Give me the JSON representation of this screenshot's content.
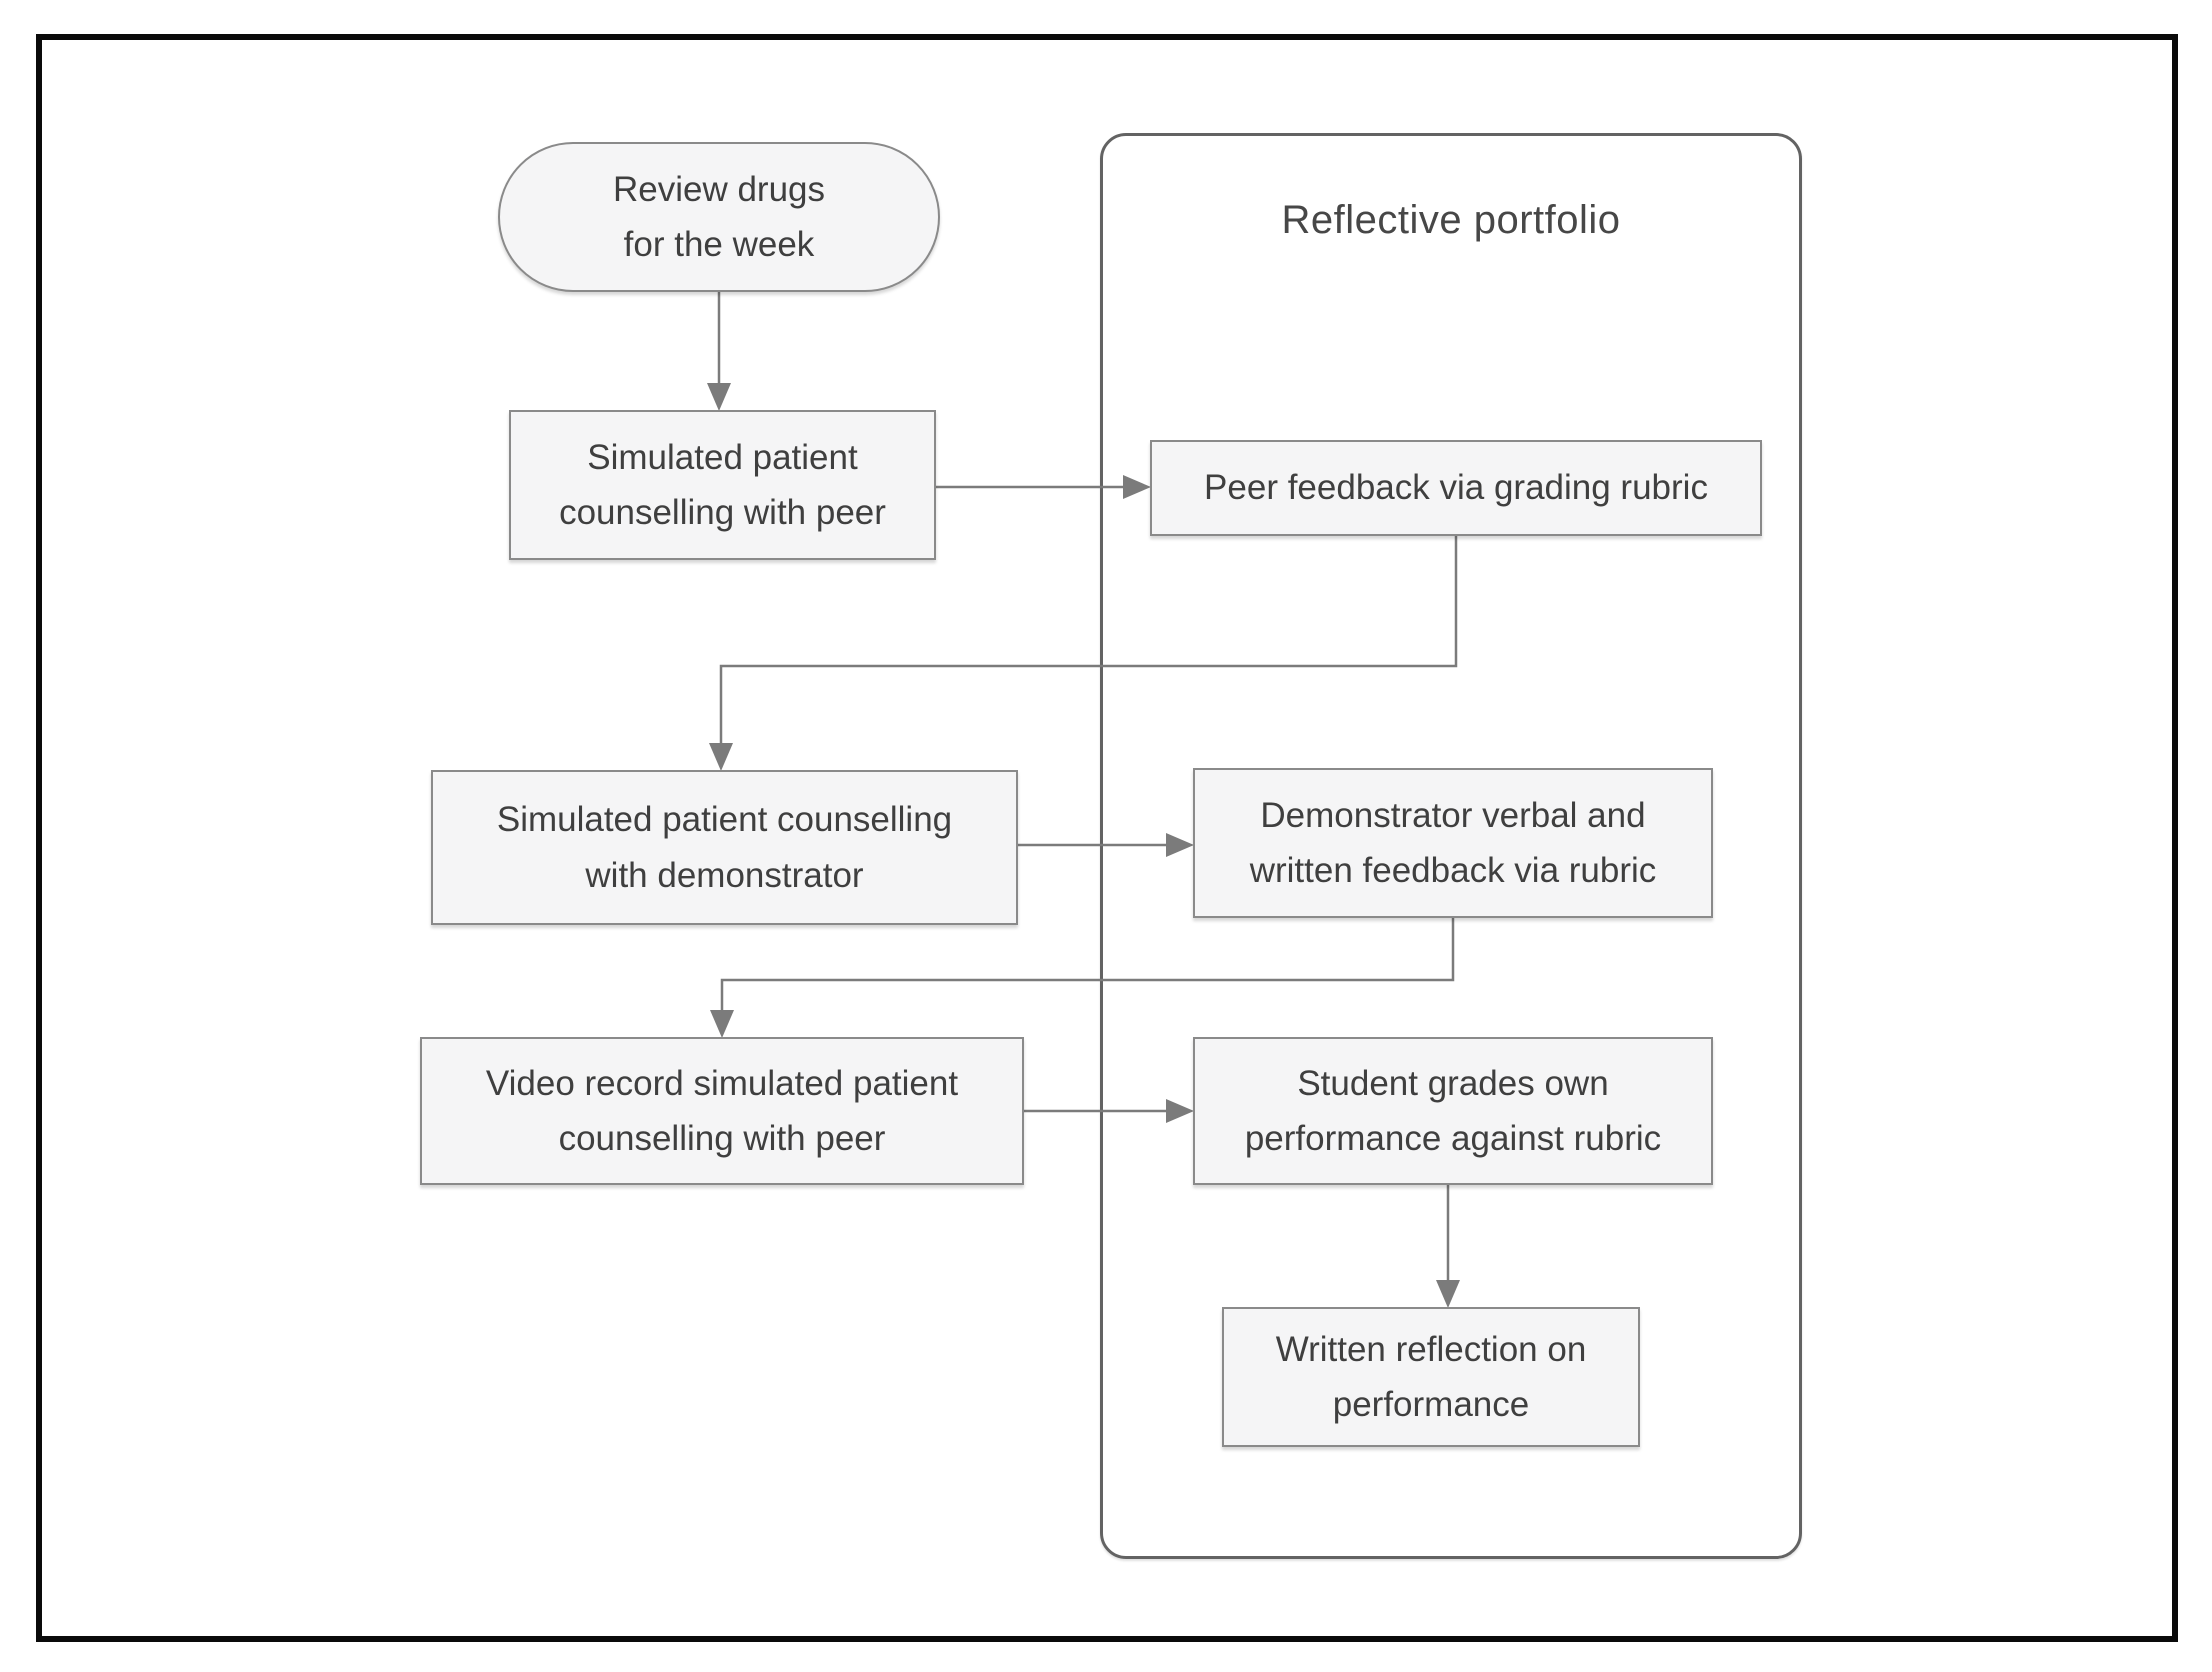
{
  "diagram": {
    "type": "flowchart",
    "container": {
      "title": "Reflective portfolio"
    },
    "nodes": {
      "review_drugs": {
        "label": "Review drugs\nfor the week",
        "shape": "stadium",
        "in_container": false
      },
      "sim_peer": {
        "label": "Simulated patient\ncounselling with peer",
        "shape": "rect",
        "in_container": false
      },
      "peer_feedback": {
        "label": "Peer feedback via grading rubric",
        "shape": "rect",
        "in_container": true
      },
      "sim_demo": {
        "label": "Simulated patient counselling\nwith demonstrator",
        "shape": "rect",
        "in_container": false
      },
      "demo_feedback": {
        "label": "Demonstrator verbal and\nwritten feedback via rubric",
        "shape": "rect",
        "in_container": true
      },
      "video_record": {
        "label": "Video record simulated patient\ncounselling with peer",
        "shape": "rect",
        "in_container": false
      },
      "student_grades": {
        "label": "Student grades own\nperformance against rubric",
        "shape": "rect",
        "in_container": true
      },
      "written_reflection": {
        "label": "Written reflection on\nperformance",
        "shape": "rect",
        "in_container": true
      }
    },
    "edges": [
      {
        "from": "review_drugs",
        "to": "sim_peer"
      },
      {
        "from": "sim_peer",
        "to": "peer_feedback"
      },
      {
        "from": "peer_feedback",
        "to": "sim_demo"
      },
      {
        "from": "sim_demo",
        "to": "demo_feedback"
      },
      {
        "from": "demo_feedback",
        "to": "video_record"
      },
      {
        "from": "video_record",
        "to": "student_grades"
      },
      {
        "from": "student_grades",
        "to": "written_reflection"
      }
    ],
    "colors": {
      "background": "#ffffff",
      "frame": "#0a0a0a",
      "node_fill": "#f5f5f6",
      "node_border": "#8a8a8a",
      "container_border": "#636363",
      "connector": "#7b7b7b",
      "text": "#3f3f3f",
      "title_text": "#474747"
    }
  }
}
